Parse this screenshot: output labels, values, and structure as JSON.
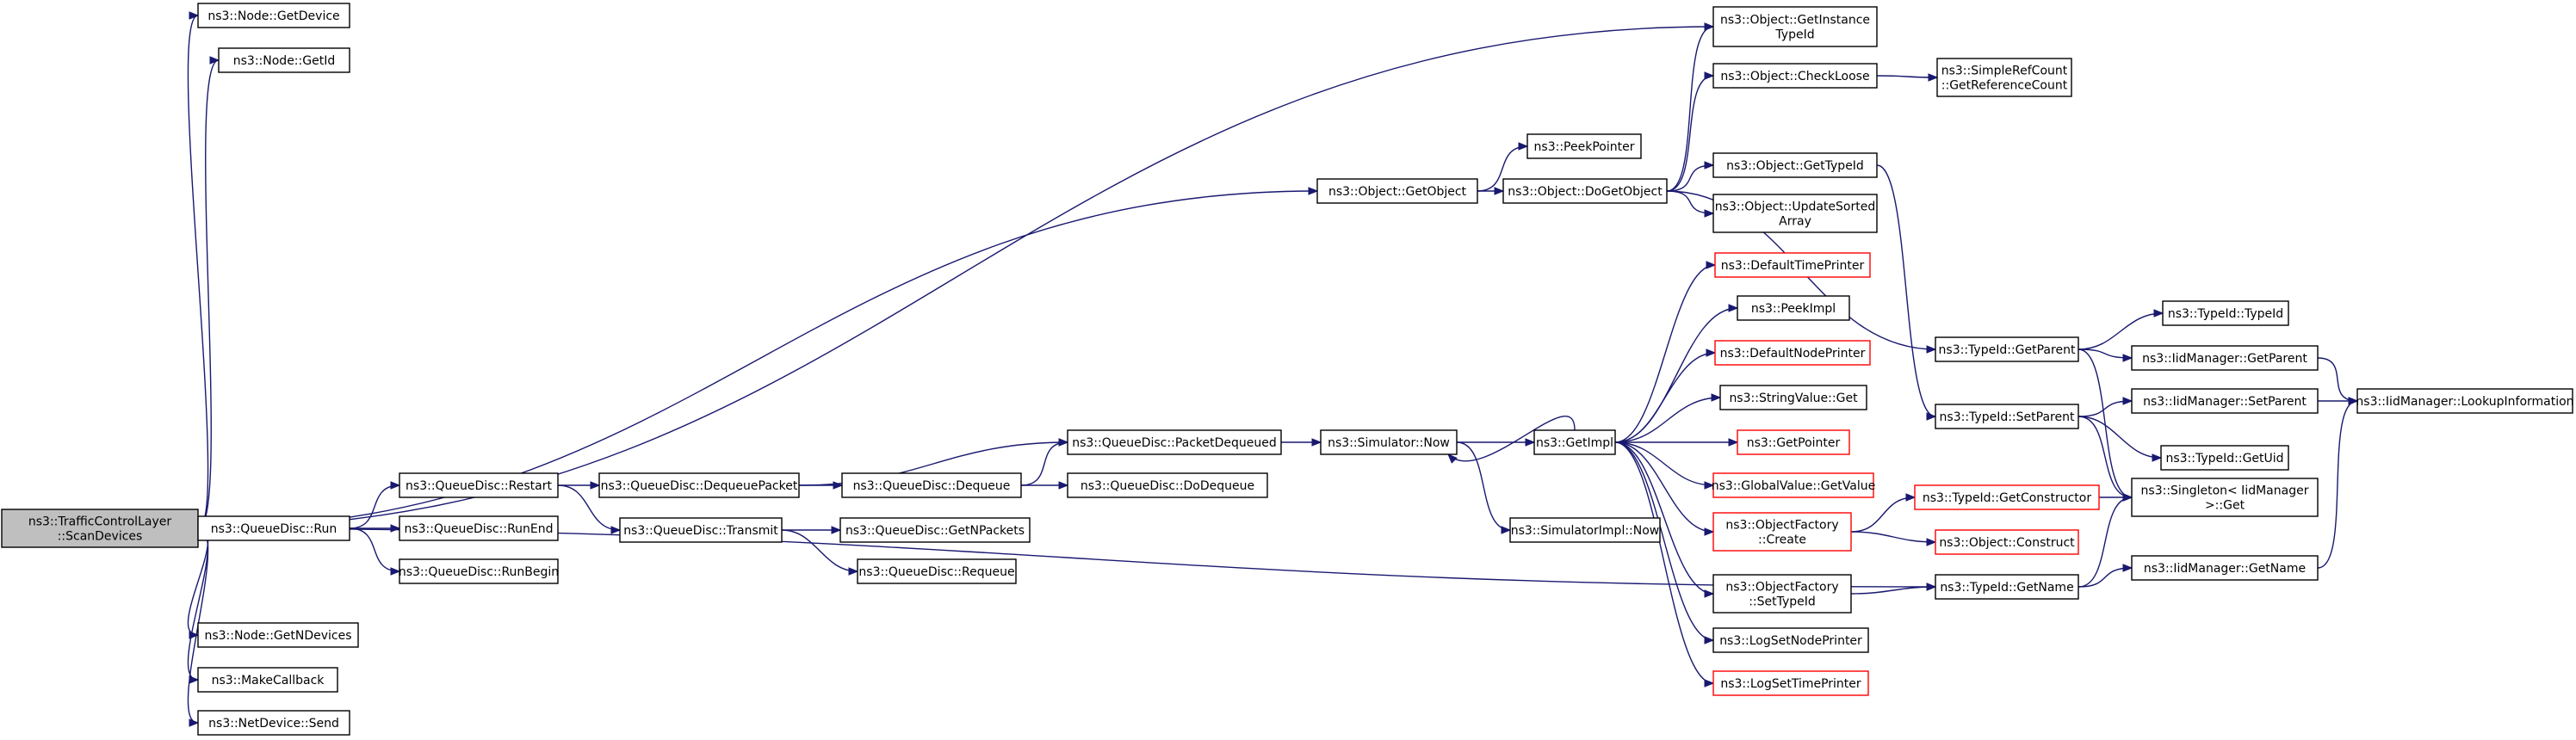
{
  "nodes": [
    {
      "id": "scan",
      "lines": [
        "ns3::TrafficControlLayer",
        "::ScanDevices"
      ],
      "style": "root"
    },
    {
      "id": "getdevice",
      "lines": [
        "ns3::Node::GetDevice"
      ]
    },
    {
      "id": "getid",
      "lines": [
        "ns3::Node::GetId"
      ]
    },
    {
      "id": "getobject",
      "lines": [
        "ns3::Object::GetObject"
      ]
    },
    {
      "id": "run",
      "lines": [
        "ns3::QueueDisc::Run"
      ]
    },
    {
      "id": "getndevices",
      "lines": [
        "ns3::Node::GetNDevices"
      ]
    },
    {
      "id": "makecallback",
      "lines": [
        "ns3::MakeCallback"
      ]
    },
    {
      "id": "send",
      "lines": [
        "ns3::NetDevice::Send"
      ]
    },
    {
      "id": "peekpointer",
      "lines": [
        "ns3::PeekPointer"
      ]
    },
    {
      "id": "dogetobject",
      "lines": [
        "ns3::Object::DoGetObject"
      ]
    },
    {
      "id": "getinstancetypeid",
      "lines": [
        "ns3::Object::GetInstance",
        "TypeId"
      ]
    },
    {
      "id": "checkloose",
      "lines": [
        "ns3::Object::CheckLoose"
      ]
    },
    {
      "id": "getreferencecount",
      "lines": [
        "ns3::SimpleRefCount",
        "::GetReferenceCount"
      ]
    },
    {
      "id": "gettypeid",
      "lines": [
        "ns3::Object::GetTypeId"
      ]
    },
    {
      "id": "updatesorted",
      "lines": [
        "ns3::Object::UpdateSorted",
        "Array"
      ]
    },
    {
      "id": "restart",
      "lines": [
        "ns3::QueueDisc::Restart"
      ]
    },
    {
      "id": "runend",
      "lines": [
        "ns3::QueueDisc::RunEnd"
      ]
    },
    {
      "id": "runbegin",
      "lines": [
        "ns3::QueueDisc::RunBegin"
      ]
    },
    {
      "id": "dequeuepacket",
      "lines": [
        "ns3::QueueDisc::DequeuePacket"
      ]
    },
    {
      "id": "transmit",
      "lines": [
        "ns3::QueueDisc::Transmit"
      ]
    },
    {
      "id": "packetdequeued",
      "lines": [
        "ns3::QueueDisc::PacketDequeued"
      ]
    },
    {
      "id": "dequeue",
      "lines": [
        "ns3::QueueDisc::Dequeue"
      ]
    },
    {
      "id": "dodequeue",
      "lines": [
        "ns3::QueueDisc::DoDequeue"
      ]
    },
    {
      "id": "getnpackets",
      "lines": [
        "ns3::QueueDisc::GetNPackets"
      ]
    },
    {
      "id": "requeue",
      "lines": [
        "ns3::QueueDisc::Requeue"
      ]
    },
    {
      "id": "simnow",
      "lines": [
        "ns3::Simulator::Now"
      ]
    },
    {
      "id": "getimpl",
      "lines": [
        "ns3::GetImpl"
      ]
    },
    {
      "id": "simimplnow",
      "lines": [
        "ns3::SimulatorImpl::Now"
      ]
    },
    {
      "id": "defaulttimeprinter",
      "lines": [
        "ns3::DefaultTimePrinter"
      ],
      "style": "red"
    },
    {
      "id": "peekimpl",
      "lines": [
        "ns3::PeekImpl"
      ]
    },
    {
      "id": "defaultnodeprinter",
      "lines": [
        "ns3::DefaultNodePrinter"
      ],
      "style": "red"
    },
    {
      "id": "stringvalueget",
      "lines": [
        "ns3::StringValue::Get"
      ]
    },
    {
      "id": "getpointer",
      "lines": [
        "ns3::GetPointer"
      ],
      "style": "red"
    },
    {
      "id": "globalvaluegetvalue",
      "lines": [
        "ns3::GlobalValue::GetValue"
      ],
      "style": "red"
    },
    {
      "id": "objectfactorycreate",
      "lines": [
        "ns3::ObjectFactory",
        "::Create"
      ],
      "style": "red"
    },
    {
      "id": "objectfactorysettypeid",
      "lines": [
        "ns3::ObjectFactory",
        "::SetTypeId"
      ]
    },
    {
      "id": "logsetnodeprinter",
      "lines": [
        "ns3::LogSetNodePrinter"
      ]
    },
    {
      "id": "logsettimeprinter",
      "lines": [
        "ns3::LogSetTimePrinter"
      ],
      "style": "red"
    },
    {
      "id": "typeidgetparent",
      "lines": [
        "ns3::TypeId::GetParent"
      ]
    },
    {
      "id": "typeidsetparent",
      "lines": [
        "ns3::TypeId::SetParent"
      ]
    },
    {
      "id": "typeidgetconstructor",
      "lines": [
        "ns3::TypeId::GetConstructor"
      ],
      "style": "red"
    },
    {
      "id": "objectconstruct",
      "lines": [
        "ns3::Object::Construct"
      ],
      "style": "red"
    },
    {
      "id": "typeidgetname",
      "lines": [
        "ns3::TypeId::GetName"
      ]
    },
    {
      "id": "typeidtypeid",
      "lines": [
        "ns3::TypeId::TypeId"
      ]
    },
    {
      "id": "iidgetparent",
      "lines": [
        "ns3::IidManager::GetParent"
      ]
    },
    {
      "id": "iidsetparent",
      "lines": [
        "ns3::IidManager::SetParent"
      ]
    },
    {
      "id": "typeidgetuid",
      "lines": [
        "ns3::TypeId::GetUid"
      ]
    },
    {
      "id": "singletonget",
      "lines": [
        "ns3::Singleton< IidManager",
        " >::Get"
      ]
    },
    {
      "id": "iidgetname",
      "lines": [
        "ns3::IidManager::GetName"
      ]
    },
    {
      "id": "iidlookup",
      "lines": [
        "ns3::IidManager::LookupInformation"
      ]
    }
  ],
  "edges": [
    [
      "scan",
      "getdevice"
    ],
    [
      "scan",
      "getid"
    ],
    [
      "scan",
      "getinstancetypeid"
    ],
    [
      "scan",
      "getobject"
    ],
    [
      "scan",
      "run"
    ],
    [
      "scan",
      "getndevices"
    ],
    [
      "scan",
      "makecallback"
    ],
    [
      "scan",
      "send"
    ],
    [
      "scan",
      "typeidgetname"
    ],
    [
      "getobject",
      "peekpointer"
    ],
    [
      "getobject",
      "dogetobject"
    ],
    [
      "dogetobject",
      "getinstancetypeid"
    ],
    [
      "dogetobject",
      "checkloose"
    ],
    [
      "dogetobject",
      "gettypeid"
    ],
    [
      "dogetobject",
      "updatesorted"
    ],
    [
      "dogetobject",
      "typeidgetparent"
    ],
    [
      "checkloose",
      "getreferencecount"
    ],
    [
      "gettypeid",
      "typeidsetparent"
    ],
    [
      "run",
      "restart"
    ],
    [
      "run",
      "runend"
    ],
    [
      "run",
      "runbegin"
    ],
    [
      "restart",
      "dequeuepacket"
    ],
    [
      "restart",
      "transmit"
    ],
    [
      "dequeuepacket",
      "packetdequeued"
    ],
    [
      "dequeuepacket",
      "dequeue"
    ],
    [
      "dequeue",
      "packetdequeued"
    ],
    [
      "dequeue",
      "dodequeue"
    ],
    [
      "transmit",
      "getnpackets"
    ],
    [
      "transmit",
      "requeue"
    ],
    [
      "packetdequeued",
      "simnow"
    ],
    [
      "simnow",
      "getimpl"
    ],
    [
      "simnow",
      "simimplnow"
    ],
    [
      "getimpl",
      "defaulttimeprinter"
    ],
    [
      "getimpl",
      "peekimpl"
    ],
    [
      "getimpl",
      "defaultnodeprinter"
    ],
    [
      "getimpl",
      "stringvalueget"
    ],
    [
      "getimpl",
      "getpointer"
    ],
    [
      "getimpl",
      "globalvaluegetvalue"
    ],
    [
      "getimpl",
      "objectfactorycreate"
    ],
    [
      "getimpl",
      "objectfactorysettypeid"
    ],
    [
      "getimpl",
      "logsetnodeprinter"
    ],
    [
      "getimpl",
      "logsettimeprinter"
    ],
    [
      "getimpl",
      "simnow"
    ],
    [
      "objectfactorycreate",
      "typeidgetconstructor"
    ],
    [
      "objectfactorycreate",
      "objectconstruct"
    ],
    [
      "objectfactorysettypeid",
      "typeidgetname"
    ],
    [
      "typeidgetparent",
      "typeidtypeid"
    ],
    [
      "typeidgetparent",
      "iidgetparent"
    ],
    [
      "typeidgetparent",
      "singletonget"
    ],
    [
      "typeidsetparent",
      "iidsetparent"
    ],
    [
      "typeidsetparent",
      "typeidgetuid"
    ],
    [
      "typeidsetparent",
      "singletonget"
    ],
    [
      "typeidgetconstructor",
      "singletonget"
    ],
    [
      "typeidgetname",
      "singletonget"
    ],
    [
      "typeidgetname",
      "iidgetname"
    ],
    [
      "iidgetparent",
      "iidlookup"
    ],
    [
      "iidsetparent",
      "iidlookup"
    ],
    [
      "iidgetname",
      "iidlookup"
    ]
  ]
}
